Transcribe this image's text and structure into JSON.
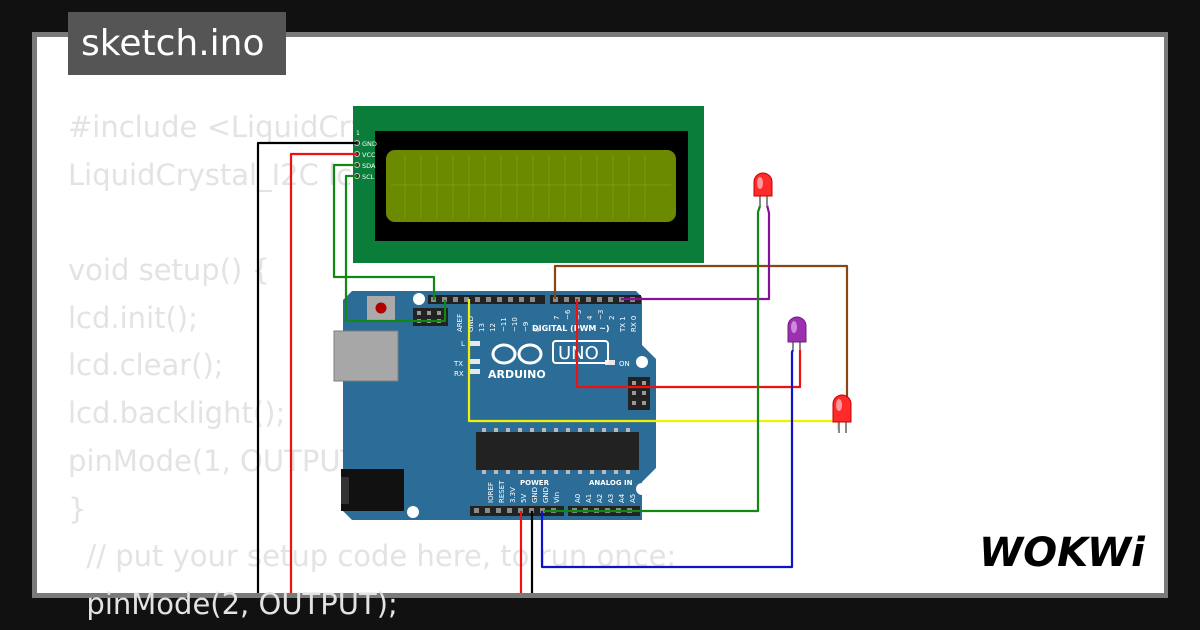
{
  "tab": {
    "filename": "sketch.ino"
  },
  "code": {
    "lines": [
      "#include <LiquidCrystal_I2C.h>",
      "LiquidCrystal_I2C lcd(0x27, 16, 2);",
      "",
      "void setup() {",
      "lcd.init();",
      "lcd.clear();",
      "lcd.backlight();",
      "pinMode(1, OUTPUT);",
      "}",
      "  // put your setup code here, to run once:",
      "  pinMode(2, OUTPUT);"
    ]
  },
  "lcd": {
    "pin_labels": [
      "GND",
      "VCC",
      "SDA",
      "SCL"
    ],
    "pin_one": "1"
  },
  "board": {
    "brand": "ARDUINO",
    "model": "UNO",
    "digital_header": "DIGITAL (PWM ~)",
    "analog_header": "ANALOG IN",
    "power_header": "POWER",
    "aref": "AREF",
    "gnd": "GND",
    "digital_pins": [
      "13",
      "12",
      "~11",
      "~10",
      "~9",
      "8",
      "7",
      "~6",
      "~5",
      "4",
      "~3",
      "2",
      "TX 1",
      "RX 0"
    ],
    "power_pins": [
      "IOREF",
      "RESET",
      "3.3V",
      "5V",
      "GND",
      "GND",
      "Vin"
    ],
    "analog_pins": [
      "A0",
      "A1",
      "A2",
      "A3",
      "A4",
      "A5"
    ],
    "led_l": "L",
    "led_tx": "TX",
    "led_rx": "RX",
    "led_on": "ON"
  },
  "footer": {
    "logo_text": "WOKWi"
  },
  "colors": {
    "background": "#111111",
    "canvas": "#ffffff",
    "lcd_pcb": "#0a7d3a",
    "lcd_screen": "#6b8a00",
    "board": "#2c6d98",
    "wire_black": "#000000",
    "wire_red": "#ee1111",
    "wire_green": "#118811",
    "wire_yellow": "#f2f200",
    "wire_purple": "#881199",
    "wire_brown": "#8b4513",
    "wire_blue": "#1111cc"
  }
}
